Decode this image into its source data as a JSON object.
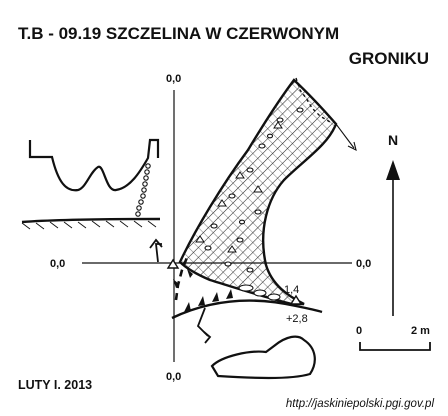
{
  "title": {
    "line1": "T.B - 09.19  SZCZELINA W CZERWONYM",
    "line2": "GRONIKU"
  },
  "axis_labels": {
    "top": "0,0",
    "left": "0,0",
    "right": "0,0",
    "bottom": "0,0"
  },
  "depth_labels": {
    "a": "1,4",
    "b": "+2,8"
  },
  "north": "N",
  "scale": {
    "start": "0",
    "end": "2 m"
  },
  "date": "LUTY I. 2013",
  "url": "http://jaskiniepolski.pgi.gov.pl",
  "colors": {
    "ink": "#111111",
    "background": "#ffffff"
  }
}
